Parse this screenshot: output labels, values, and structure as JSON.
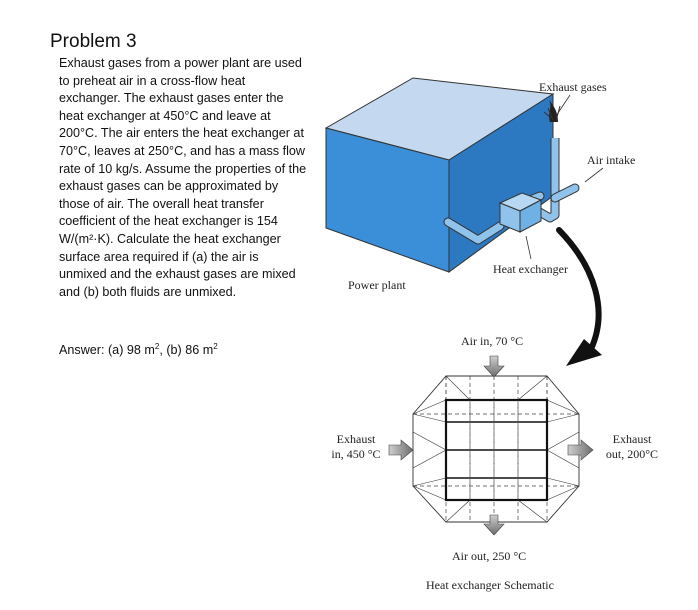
{
  "title": "Problem 3",
  "problem_text": "Exhaust gases from a power plant are used to preheat air in a cross-flow heat exchanger. The exhaust gases enter the heat exchanger at 450°C and leave at 200°C. The air enters the heat exchanger at 70°C, leaves at 250°C, and has a mass flow rate of 10 kg/s. Assume the properties of the exhaust gases can be approximated by those of air. The overall heat transfer coefficient of the heat exchanger is 154 W/(m²·K). Calculate the heat exchanger surface area required if (a) the air is unmixed and the exhaust gases are mixed and (b) both fluids are unmixed.",
  "answer": {
    "prefix": "Answer: (a) 98 m",
    "exp_a": "2",
    "middle": ", (b) 86 m",
    "exp_b": "2"
  },
  "figure": {
    "exhaust_gases": "Exhaust gases",
    "air_intake": "Air intake",
    "heat_exchanger": "Heat exchanger",
    "power_plant": "Power plant",
    "air_in": "Air in, 70 °C",
    "exhaust_in_line1": "Exhaust",
    "exhaust_in_line2": "in, 450 °C",
    "exhaust_out_line1": "Exhaust",
    "exhaust_out_line2": "out, 200°C",
    "air_out": "Air out, 250 °C",
    "schematic_caption": "Heat exchanger Schematic"
  },
  "colors": {
    "plant_top": "#c4d9ef",
    "plant_front": "#3a8fd8",
    "plant_side": "#2c78c1",
    "pipe": "#8fc3ec",
    "arrow_gray": "#8a8a8a"
  }
}
